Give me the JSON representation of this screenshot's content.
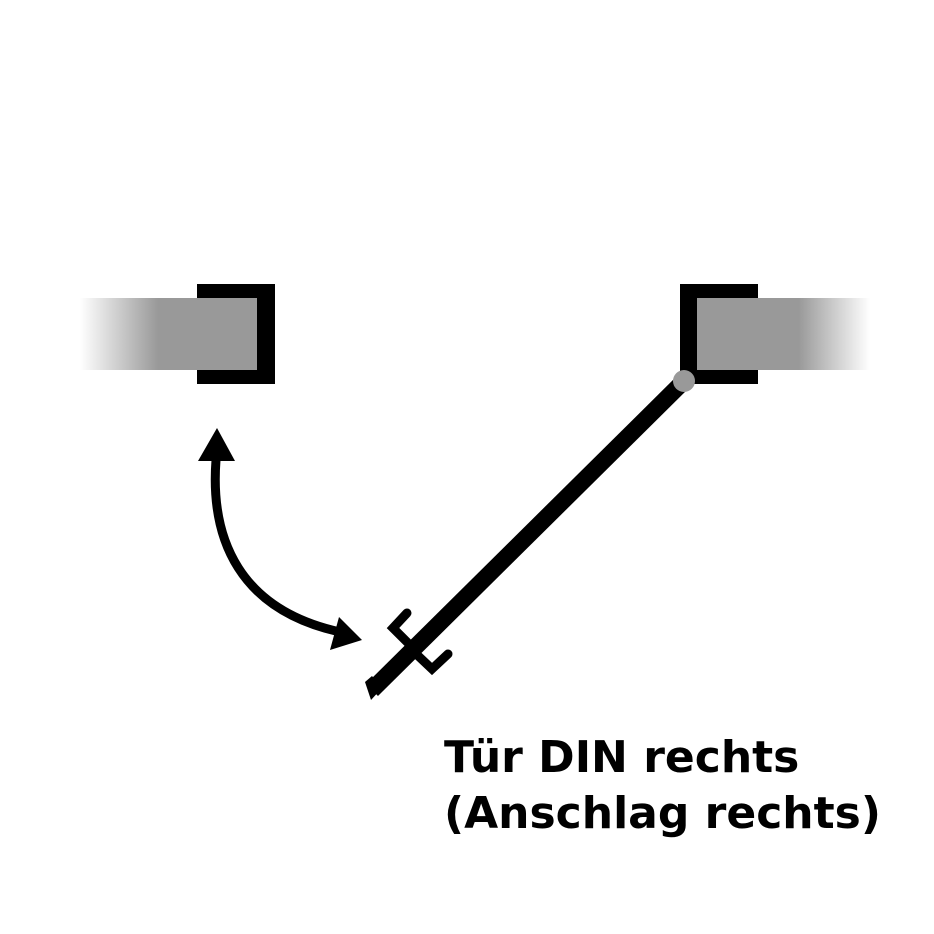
{
  "diagram": {
    "title_line1": "Tür DIN rechts",
    "title_line2": "(Anschlag rechts)",
    "colors": {
      "background": "#ffffff",
      "frame": "#000000",
      "wall": "#999999",
      "door_leaf": "#000000",
      "hinge": "#999999"
    },
    "elements": {
      "left_wall": "wall section with gradient fade, left",
      "left_frame": "door frame bracket, left",
      "right_wall": "wall section with gradient fade, right",
      "right_frame": "door frame bracket, right (hinge side)",
      "door_leaf": "open door leaf at ~45°",
      "door_handle": "lever handle on door leaf",
      "swing_arrow": "double-headed curved arrow indicating swing"
    }
  }
}
